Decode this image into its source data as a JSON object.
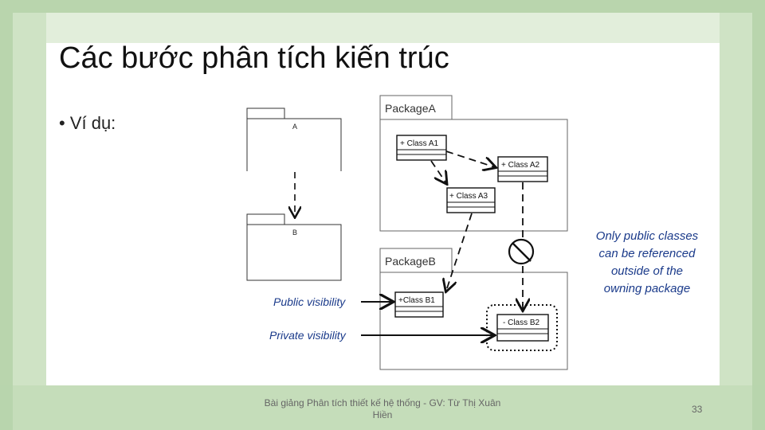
{
  "slide": {
    "title": "Các bước phân tích kiến trúc",
    "bullet": "• Ví dụ:",
    "footer": "Bài giảng Phân tích thiết kế hệ thống - GV: Từ Thị Xuân Hiền",
    "page_number": "33"
  },
  "diagram": {
    "left": {
      "package_a": "A",
      "package_b": "B"
    },
    "package_a": {
      "name": "PackageA",
      "classes": [
        "+ Class A1",
        "+ Class A2",
        "+ Class A3"
      ]
    },
    "package_b": {
      "name": "PackageB",
      "classes": [
        "+Class B1",
        "- Class B2"
      ]
    },
    "note": [
      "Only public classes",
      "can be referenced",
      "outside of the",
      "owning package"
    ],
    "public_label": "Public visibility",
    "private_label": "Private visibility"
  },
  "colors": {
    "frame": "#cfe3c5",
    "stripe": "#b9d5ad",
    "note_blue": "#1a3a8a"
  }
}
